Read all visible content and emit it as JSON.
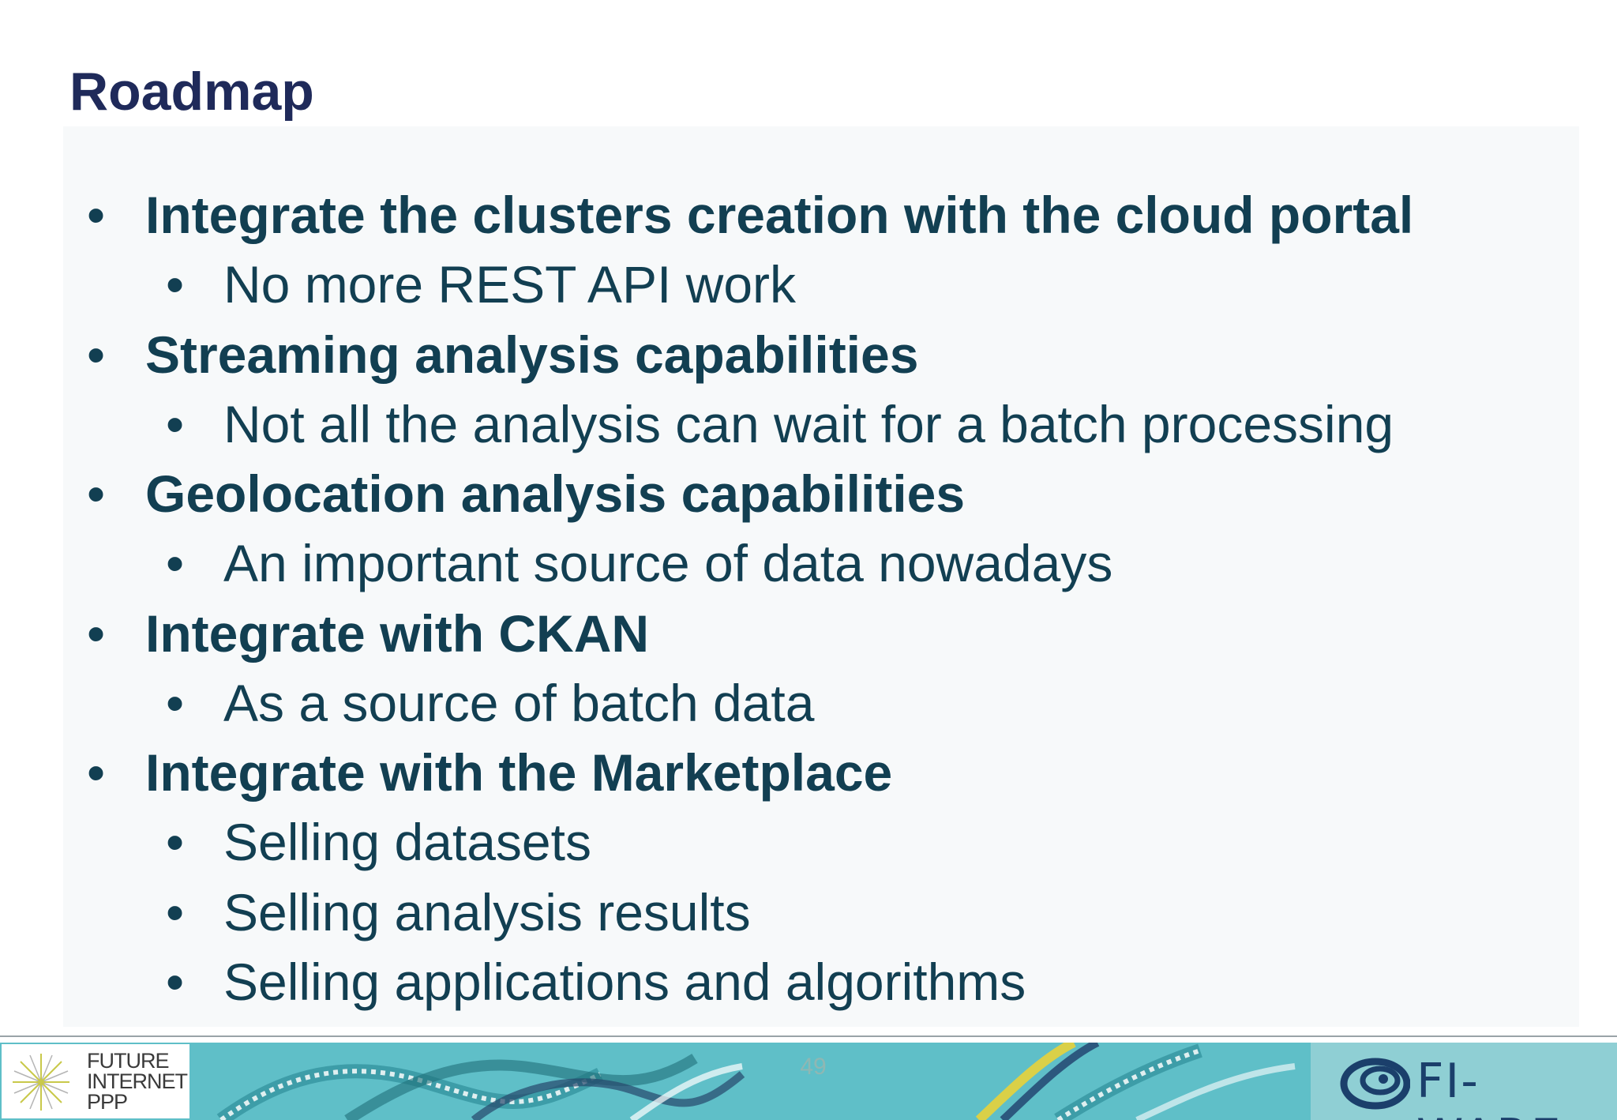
{
  "slide": {
    "title": "Roadmap",
    "items": [
      {
        "level": 1,
        "bullet": "•",
        "text": "Integrate the clusters creation with the cloud portal"
      },
      {
        "level": 2,
        "bullet": "•",
        "text": "No more REST API work"
      },
      {
        "level": 1,
        "bullet": "•",
        "text": "Streaming analysis capabilities"
      },
      {
        "level": 2,
        "bullet": "•",
        "text": "Not all the analysis can wait for a batch processing"
      },
      {
        "level": 1,
        "bullet": "•",
        "text": "Geolocation analysis capabilities"
      },
      {
        "level": 2,
        "bullet": "•",
        "text": "An important source of data nowadays"
      },
      {
        "level": 1,
        "bullet": "•",
        "text": "Integrate with CKAN"
      },
      {
        "level": 2,
        "bullet": "•",
        "text": "As a source of batch data"
      },
      {
        "level": 1,
        "bullet": "•",
        "text": "Integrate with the Marketplace"
      },
      {
        "level": 2,
        "bullet": "•",
        "text": "Selling datasets"
      },
      {
        "level": 2,
        "bullet": "•",
        "text": "Selling analysis results"
      },
      {
        "level": 2,
        "bullet": "•",
        "text": "Selling applications and algorithms"
      }
    ]
  },
  "footer": {
    "page_number": "49",
    "left_logo_lines": [
      "FUTURE",
      "INTERNET",
      "PPP"
    ],
    "right_logo_text": "FI-WARE"
  },
  "colors": {
    "title": "#1f2a5a",
    "body_text": "#123f52",
    "footer_band": "#5fbfc8"
  }
}
